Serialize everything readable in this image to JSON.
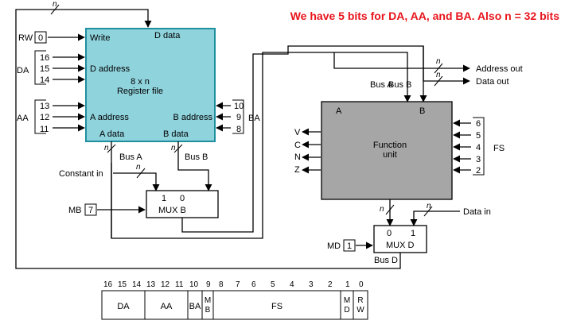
{
  "header_note": "We have 5 bits for DA, AA, and BA. Also n = 32 bits",
  "header_color": "#e8141c",
  "register_file": {
    "write": "Write",
    "d_data": "D data",
    "d_address": "D address",
    "title_line1": "8 x n",
    "title_line2": "Register file",
    "a_address": "A address",
    "b_address": "B address",
    "a_data": "A data",
    "b_data": "B data",
    "fill": "#8fd3dd",
    "border": "#1f8fa0"
  },
  "function_unit": {
    "title_line1": "Function",
    "title_line2": "unit",
    "port_a": "A",
    "port_b": "B",
    "fill": "#a6a6a6"
  },
  "mux_b": {
    "in1": "1",
    "in0": "0",
    "name": "MUX B"
  },
  "mux_d": {
    "in0": "0",
    "in1": "1",
    "name": "MUX D"
  },
  "controls": {
    "rw": "RW",
    "rw_bit": "0",
    "da": "DA",
    "da_bits": [
      "16",
      "15",
      "14"
    ],
    "aa": "AA",
    "aa_bits": [
      "13",
      "12",
      "11"
    ],
    "ba": "BA",
    "ba_bits": [
      "10",
      "9",
      "8"
    ],
    "fs": "FS",
    "fs_bits": [
      "6",
      "5",
      "4",
      "3",
      "2"
    ],
    "mb": "MB",
    "mb_bit": "7",
    "md": "MD",
    "md_bit": "1"
  },
  "flags": [
    "V",
    "C",
    "N",
    "Z"
  ],
  "labels": {
    "n": "n",
    "bus_a": "Bus A",
    "bus_b": "Bus B",
    "bus_d": "Bus D",
    "constant_in": "Constant in",
    "address_out": "Address out",
    "data_out": "Data out",
    "data_in": "Data in"
  },
  "control_word": {
    "bit_numbers": [
      "16",
      "15",
      "14",
      "13",
      "12",
      "11",
      "10",
      "9",
      "8",
      "7",
      "6",
      "5",
      "4",
      "3",
      "2",
      "1",
      "0"
    ],
    "fields": {
      "da": "DA",
      "aa": "AA",
      "ba": "BA",
      "mb_top": "M",
      "mb_bot": "B",
      "fs": "FS",
      "md_top": "M",
      "md_bot": "D",
      "rw_top": "R",
      "rw_bot": "W"
    }
  }
}
